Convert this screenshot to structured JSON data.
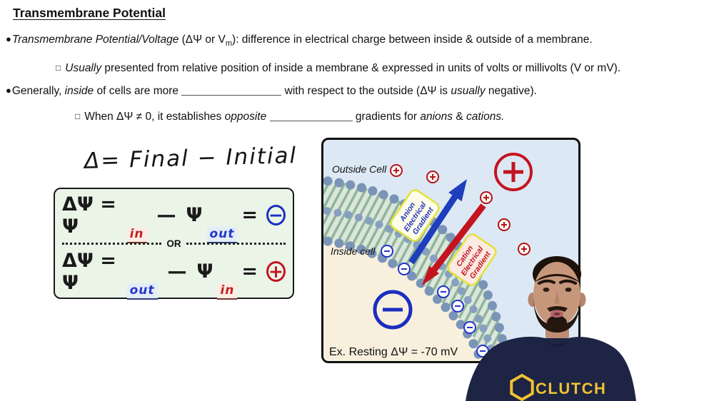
{
  "title": "Transmembrane Potential",
  "b1": {
    "marker": "●",
    "italic": "Transmembrane Potential/Voltage",
    "mid": " (ΔΨ or V",
    "sub": "m",
    "rest": "): difference in electrical charge between inside & outside of a membrane."
  },
  "s1": {
    "marker": "□",
    "italic": "Usually",
    "rest": " presented from relative position of inside a membrane & expressed in units of volts or millivolts (V or mV)."
  },
  "b2": {
    "marker": "●",
    "pre": "Generally, ",
    "i1": "inside",
    "mid": " of cells are more ",
    "post": " with respect to the outside (ΔΨ is ",
    "i2": "usually",
    "end": " negative)."
  },
  "s2": {
    "marker": "□",
    "pre": "When ΔΨ ≠  0, it establishes ",
    "i1": "opposite",
    "mid": " gradients for ",
    "i2": "anions",
    "amp": " & ",
    "i3": "cations."
  },
  "handwritten": "Δ= Final − Initial",
  "fbox": {
    "row1": {
      "lhs": "ΔΨ = Ψ",
      "sub1": "in",
      "dash": "—",
      "psi": "Ψ",
      "sub2": "out",
      "eq": "=",
      "sign": "−"
    },
    "or": "OR",
    "row2": {
      "lhs": "ΔΨ = Ψ",
      "sub1": "out",
      "dash": "—",
      "psi": "Ψ",
      "sub2": "in",
      "eq": "=",
      "sign": "+"
    }
  },
  "diagram": {
    "outside_label": "Outside Cell",
    "inside_label": "Inside cell",
    "anion": [
      "Anion",
      "Electrical",
      "Gradient"
    ],
    "cation": [
      "Cation",
      "Electrical",
      "Gradient"
    ],
    "resting_text": "Ex. Resting ΔΨ = -70 mV"
  },
  "person": {
    "shirt_text": "CLUTCH"
  },
  "colors": {
    "positive_red": "#c41420",
    "negative_blue": "#1b2ec0",
    "anion_arrow_blue": "#1e3ebc",
    "cation_arrow_red": "#c41420",
    "label_border_yellow": "#e2e23a",
    "formula_box_green": "#eaf5e8",
    "outside_cell_bg": "#dce9f4",
    "inside_cell_bg": "#f8f0dd",
    "membrane_head_blue": "#7a94b8",
    "membrane_tail_green": "#8fb49b",
    "shirt_navy": "#1d2444",
    "shirt_logo_yellow": "#f0c230",
    "highlight_pink": "#fcece5",
    "highlight_blue": "#e3ecf8"
  }
}
